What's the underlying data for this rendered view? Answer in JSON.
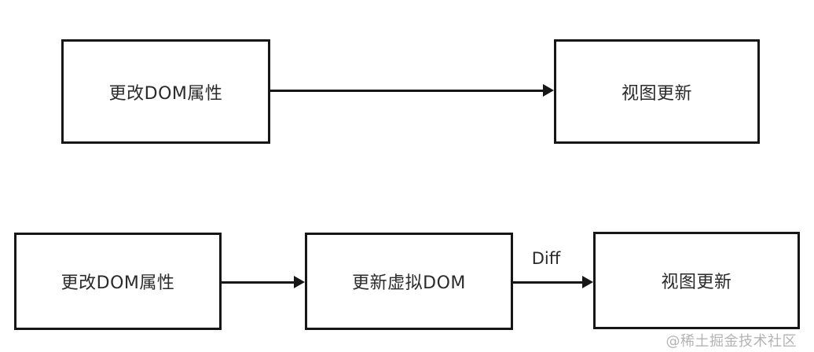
{
  "colors": {
    "background": "#ffffff",
    "line": "#161616",
    "text": "#2a2a2a",
    "watermark": "#b3b3b3"
  },
  "diagram": {
    "flows": [
      {
        "name": "direct-dom-update",
        "nodes": [
          {
            "id": "n1",
            "label": "更改DOM属性"
          },
          {
            "id": "n2",
            "label": "视图更新"
          }
        ],
        "edges": [
          {
            "from": "n1",
            "to": "n2",
            "label": ""
          }
        ]
      },
      {
        "name": "virtual-dom-update",
        "nodes": [
          {
            "id": "n3",
            "label": "更改DOM属性"
          },
          {
            "id": "n4",
            "label": "更新虚拟DOM"
          },
          {
            "id": "n5",
            "label": "视图更新"
          }
        ],
        "edges": [
          {
            "from": "n3",
            "to": "n4",
            "label": ""
          },
          {
            "from": "n4",
            "to": "n5",
            "label": "Diff"
          }
        ]
      }
    ]
  },
  "watermark": {
    "text": "@稀土掘金技术社区"
  }
}
